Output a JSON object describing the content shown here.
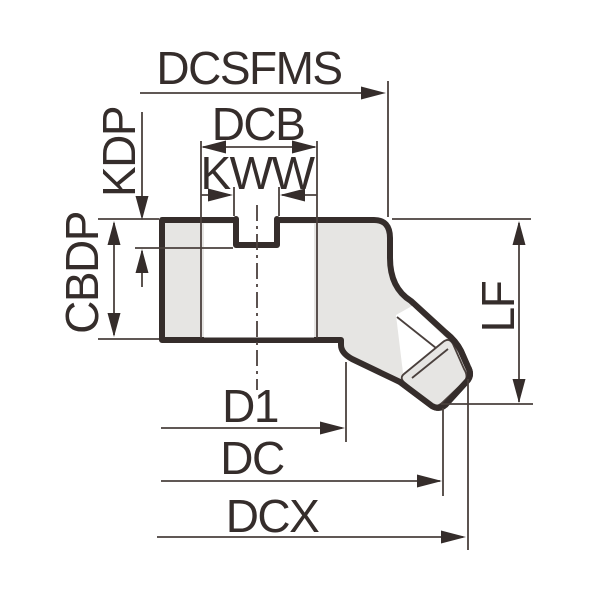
{
  "drawing": {
    "description": "cutting tool cross-section dimension drawing",
    "colors": {
      "ink": "#352d2b",
      "thin_line": "#4a403d",
      "body_fill": "#e6e5e3",
      "background": "#ffffff"
    },
    "labels": {
      "dcsfms": "DCSFMS",
      "dcb": "DCB",
      "kww": "KWW",
      "kdp": "KDP",
      "cbdp": "CBDP",
      "lf": "LF",
      "d1": "D1",
      "dc": "DC",
      "dcx": "DCX"
    }
  }
}
